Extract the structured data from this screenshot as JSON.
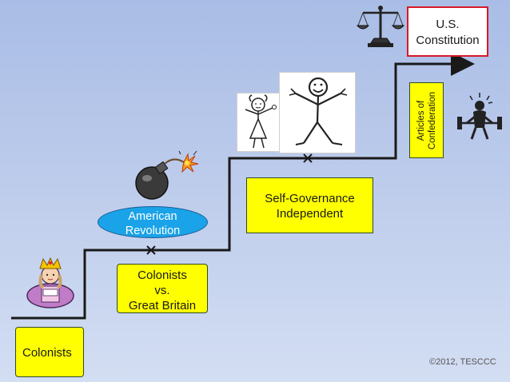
{
  "steps": {
    "colonists": "Colonists",
    "conflict": [
      "Colonists",
      "vs.",
      "Great Britain"
    ],
    "revolution": [
      "American",
      "Revolution"
    ],
    "independence": [
      "Self-Governance",
      "Independent"
    ],
    "articles": [
      "Articles of",
      "Confederation"
    ],
    "constitution": [
      "U.S.",
      "Constitution"
    ]
  },
  "footer": {
    "copyright": "©2012, TESCCC"
  },
  "colors": {
    "yellow": "#ffff00",
    "blue_oval": "#1aa3e8",
    "red_border": "#d8192a",
    "line": "#1a1a1a"
  },
  "icons": [
    "king-icon",
    "bomb-icon",
    "girl-figure-icon",
    "stick-figure-icon",
    "scales-icon",
    "weightlifter-icon"
  ]
}
